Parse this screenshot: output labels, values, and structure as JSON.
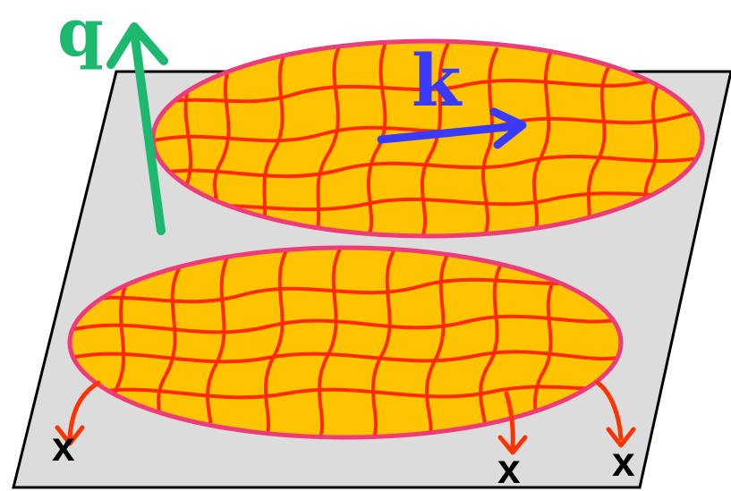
{
  "labels": {
    "q": "q",
    "k": "k",
    "x_left": "x",
    "x_middle": "x",
    "x_right": "x"
  },
  "colors": {
    "plane_fill": "#dcdcdc",
    "plane_stroke": "#000000",
    "disk_fill": "#ffc400",
    "disk_edge": "#ee3b7a",
    "mesh_line": "#ff2a00",
    "q_arrow": "#1db870",
    "k_arrow": "#3a3aff",
    "leg_arrow": "#ff3300",
    "x_mark": "#000000"
  }
}
